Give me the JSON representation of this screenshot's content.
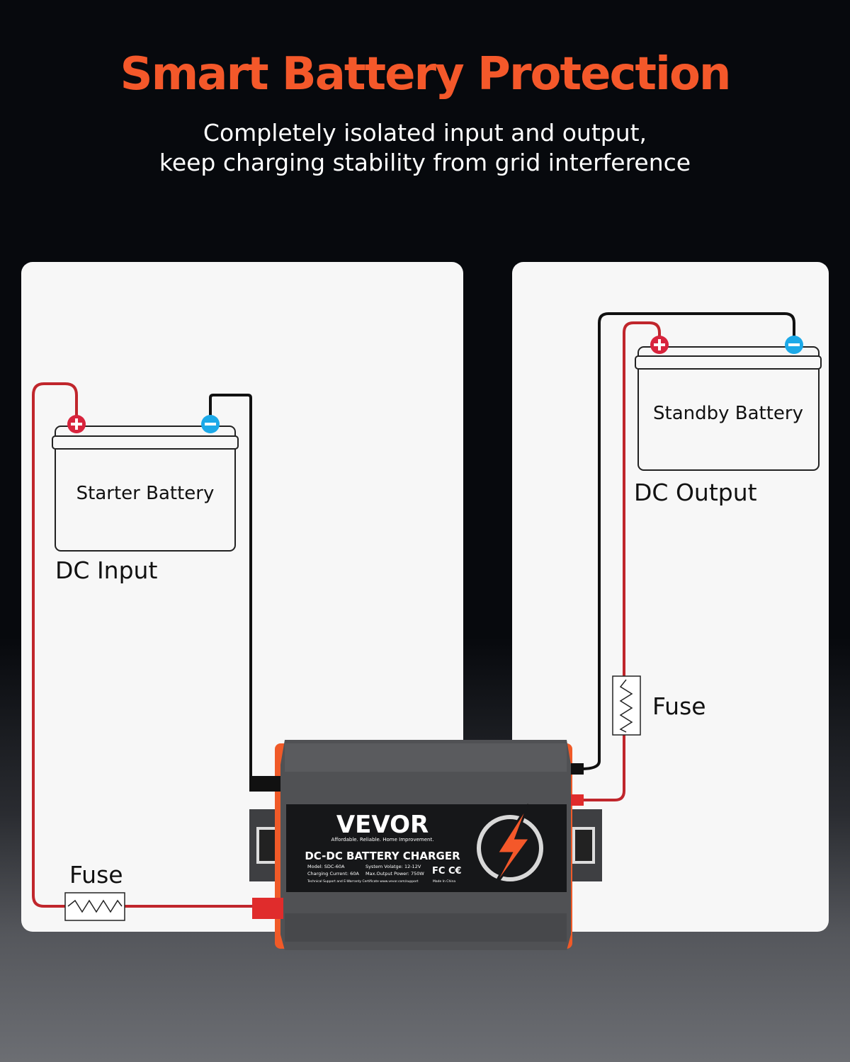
{
  "header": {
    "title": "Smart Battery Protection",
    "subtitle_line1": "Completely isolated input and output,",
    "subtitle_line2": "keep charging stability from grid interference"
  },
  "left": {
    "battery_label": "Starter Battery",
    "section_label": "DC Input",
    "fuse_label": "Fuse"
  },
  "right": {
    "battery_label": "Standby Battery",
    "section_label": "DC Output",
    "fuse_label": "Fuse"
  },
  "device": {
    "brand": "VEVOR",
    "tagline": "Affordable. Reliable. Home Improvement.",
    "product": "DC-DC BATTERY CHARGER",
    "spec_model": "Model: SDC-60A",
    "spec_voltage": "System Volatge: 12-12V",
    "spec_current": "Charging Current: 60A",
    "spec_power": "Max.Output Power: 750W",
    "spec_support": "Technical Support and E-Warranty Certificate www.vevor.com/support",
    "spec_origin": "Made In China",
    "cert_marks": "FC C€"
  },
  "colors": {
    "accent": "#f4582a",
    "wire_positive": "#c0262c",
    "wire_negative": "#111111",
    "terminal_positive": "#d8243d",
    "terminal_negative": "#1ca9e8",
    "device_body": "#4a4b4e",
    "device_trim": "#f05a28"
  }
}
